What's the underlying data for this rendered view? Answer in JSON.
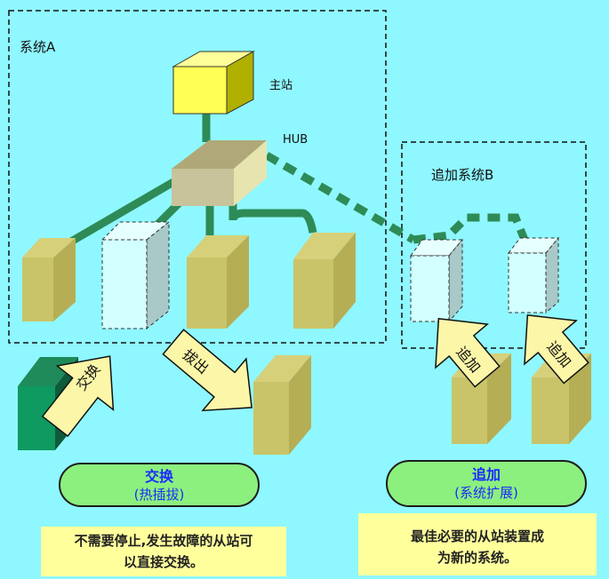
{
  "system_a": {
    "label": "系统A"
  },
  "master": {
    "label": "主站"
  },
  "hub": {
    "label": "HUB"
  },
  "system_b": {
    "label": "追加系统B"
  },
  "arrows": {
    "exchange": "交换",
    "pull_out": "拔出",
    "add_1": "追加",
    "add_2": "追加"
  },
  "pill_left": {
    "title": "交换",
    "subtitle": "(热插拔)"
  },
  "pill_right": {
    "title": "追加",
    "subtitle": "(系统扩展)"
  },
  "note_left": {
    "line1": "不需要停止,发生故障的从站可",
    "line2": "以直接交换。"
  },
  "note_right": {
    "line1": "最佳必要的从站装置成",
    "line2": "为新的系统。"
  },
  "colors": {
    "background": "#8ff7ff",
    "cable": "#2e8b57",
    "slave": "#c9c46a",
    "hub": "#c8c39a",
    "master": "#ffff55",
    "pill": "#8cf07e",
    "note": "#ffff9c"
  }
}
